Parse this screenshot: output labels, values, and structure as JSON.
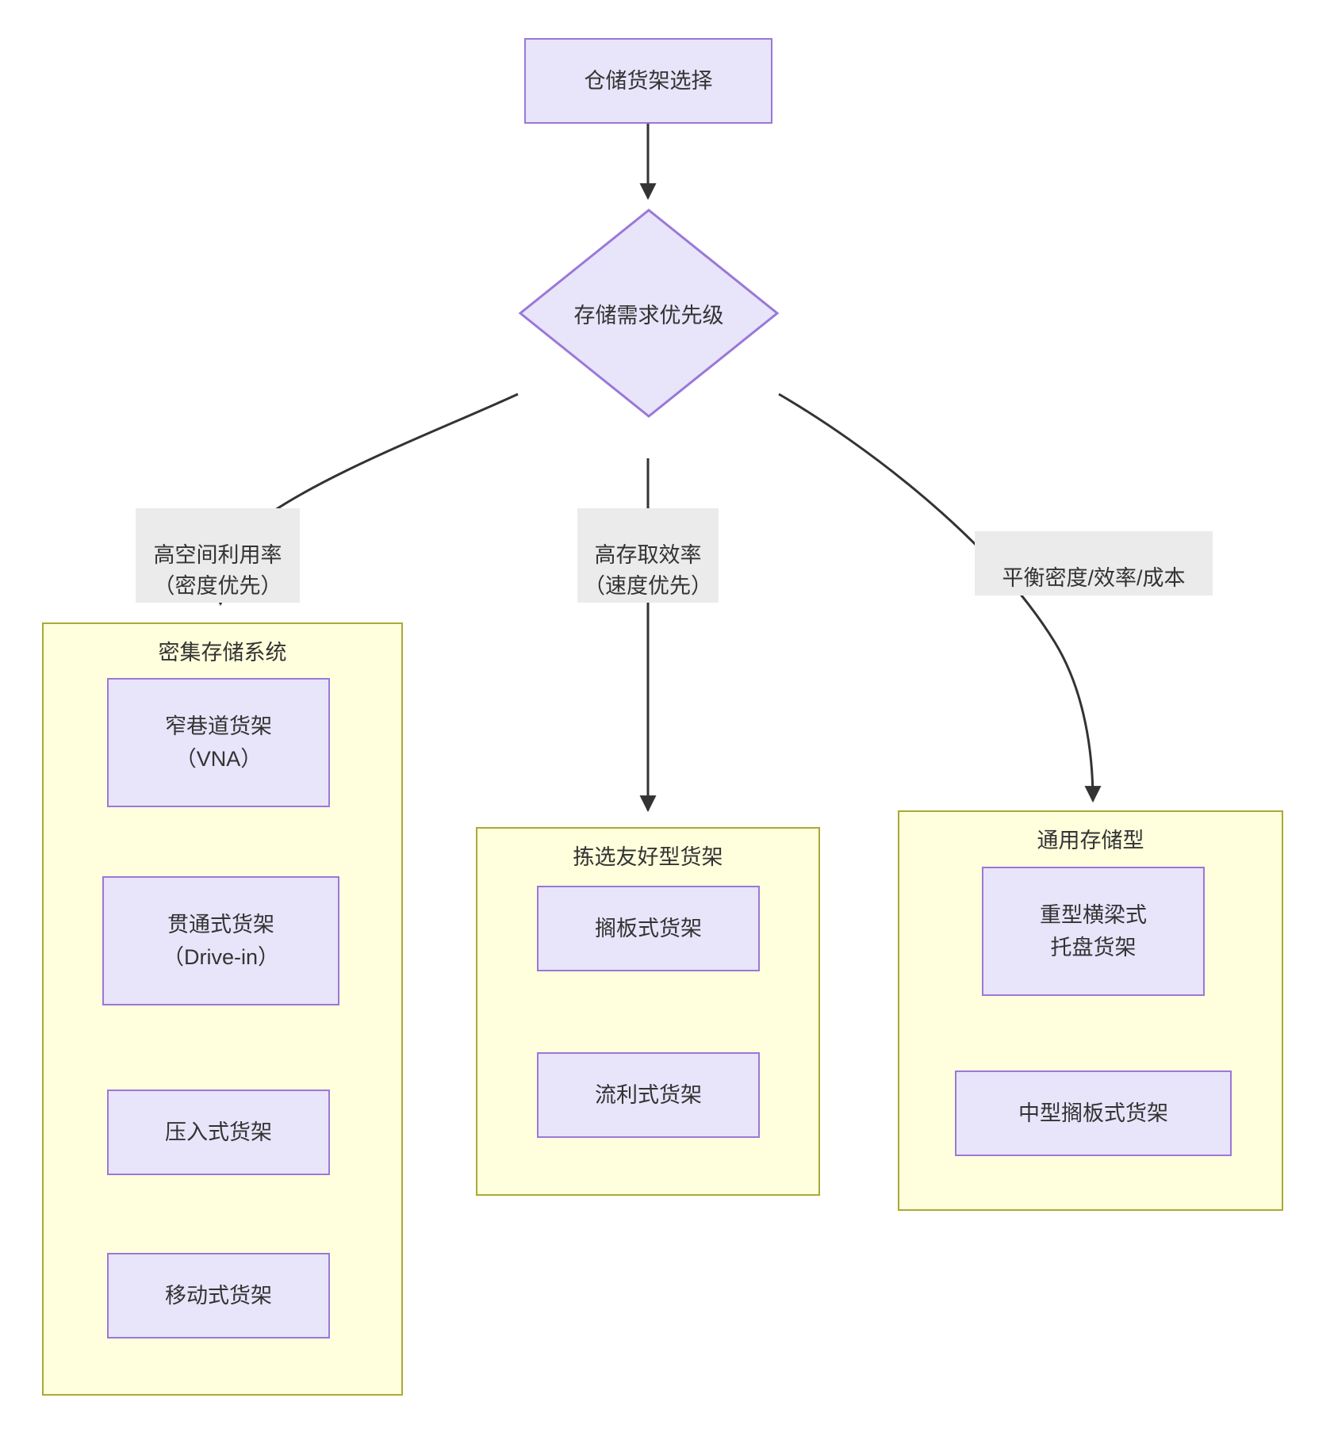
{
  "diagram": {
    "type": "flowchart",
    "direction": "top-down",
    "title_node": {
      "label": "仓储货架选择"
    },
    "decision": {
      "label": "存储需求优先级"
    },
    "colors": {
      "node_fill": "#e8e4fa",
      "node_stroke": "#9a78d8",
      "cluster_fill": "#ffffdd",
      "cluster_stroke": "#aaaa33",
      "edge_stroke": "#333333",
      "edge_label_bg": "#ebebeb",
      "text": "#333333",
      "page_bg": "#ffffff"
    },
    "edge_labels": [
      {
        "id": "label-density",
        "text": "高空间利用率\n（密度优先）"
      },
      {
        "id": "label-speed",
        "text": "高存取效率\n（速度优先）"
      },
      {
        "id": "label-balance",
        "text": "平衡密度/效率/成本"
      }
    ],
    "clusters": [
      {
        "id": "cluster-dense",
        "title": "密集存储系统",
        "nodes": [
          {
            "id": "node-vna",
            "label": "窄巷道货架\n（VNA）"
          },
          {
            "id": "node-drivein",
            "label": "贯通式货架\n（Drive-in）"
          },
          {
            "id": "node-pushback",
            "label": "压入式货架"
          },
          {
            "id": "node-mobile",
            "label": "移动式货架"
          }
        ]
      },
      {
        "id": "cluster-picking",
        "title": "拣选友好型货架",
        "nodes": [
          {
            "id": "node-shelving",
            "label": "搁板式货架"
          },
          {
            "id": "node-flowrack",
            "label": "流利式货架"
          }
        ]
      },
      {
        "id": "cluster-general",
        "title": "通用存储型",
        "nodes": [
          {
            "id": "node-pallet",
            "label": "重型横梁式\n托盘货架"
          },
          {
            "id": "node-medium-shelving",
            "label": "中型搁板式货架"
          }
        ]
      }
    ]
  }
}
